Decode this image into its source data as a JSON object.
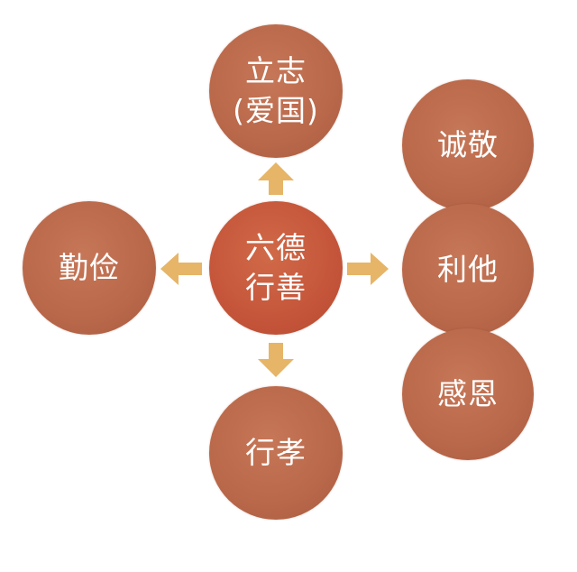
{
  "center": {
    "line1": "六德",
    "line2": "行善"
  },
  "top": {
    "line1": "立志",
    "line2": "(爱国)"
  },
  "left": {
    "label": "勤俭"
  },
  "bottom": {
    "label": "行孝"
  },
  "right": [
    {
      "label": "诚敬"
    },
    {
      "label": "利他"
    },
    {
      "label": "感恩"
    }
  ],
  "colors": {
    "node": "#b9684a",
    "center": "#c5553a",
    "arrow": "#e6b567",
    "text": "#ffffff"
  }
}
